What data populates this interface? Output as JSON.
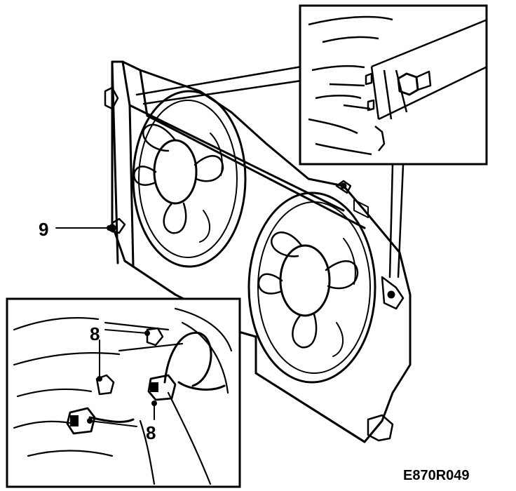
{
  "figure": {
    "reference_code": "E870R049",
    "callouts": {
      "connector_upper": "8",
      "connector_lower": "8",
      "mount_left": "9"
    }
  }
}
